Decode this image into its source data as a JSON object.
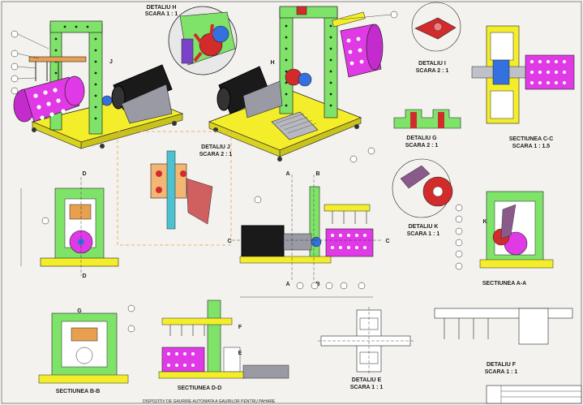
{
  "colors": {
    "frame": "#7fe36a",
    "base": "#f4ee2a",
    "magenta": "#e03ae6",
    "motor": "#1a1a1a",
    "blue": "#3470e0",
    "red": "#d22b2b",
    "orange": "#e8a050",
    "gray": "#9a9aa4",
    "line": "#222222"
  },
  "labels": {
    "det_h": "DETALIU H",
    "det_h_scale": "SCARA 1 : 1",
    "det_i": "DETALIU I",
    "det_i_scale": "SCARA 2 : 1",
    "det_g": "DETALIU G",
    "det_g_scale": "SCARA 2 : 1",
    "sec_cc": "SECTIUNEA C-C",
    "sec_cc_scale": "SCARA 1 : 1.5",
    "det_j": "DETALIU J",
    "det_j_scale": "SCARA 2 : 1",
    "det_k": "DETALIU K",
    "det_k_scale": "SCARA 1 : 1",
    "sec_aa": "SECTIUNEA A-A",
    "sec_bb": "SECTIUNEA B-B",
    "sec_dd": "SECTIUNEA D-D",
    "det_e": "DETALIU E",
    "det_e_scale": "SCARA 1 : 1",
    "det_f": "DETALIU F",
    "det_f_scale": "SCARA 1 : 1",
    "bottom_caption": "DISPOZITIV DE GAURIRE AUTOMATA A GAURILOR PENTRU PAHARE"
  },
  "markers": {
    "h": "H",
    "j": "J",
    "k": "K",
    "g": "G",
    "f": "F",
    "e": "E",
    "a": "A",
    "b": "B",
    "c": "C",
    "d": "D"
  }
}
